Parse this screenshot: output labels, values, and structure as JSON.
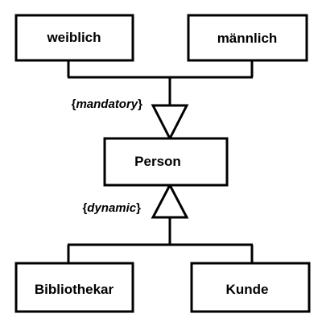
{
  "diagram": {
    "classes": {
      "weiblich": "weiblich",
      "maennlich": "männlich",
      "person": "Person",
      "bibliothekar": "Bibliothekar",
      "kunde": "Kunde"
    },
    "constraints": {
      "upper": {
        "open": "{",
        "word": "mandatory",
        "close": "}"
      },
      "lower": {
        "open": "{",
        "word": "dynamic",
        "close": "}"
      }
    },
    "colors": {
      "line": "#000000",
      "fill": "#ffffff"
    }
  }
}
